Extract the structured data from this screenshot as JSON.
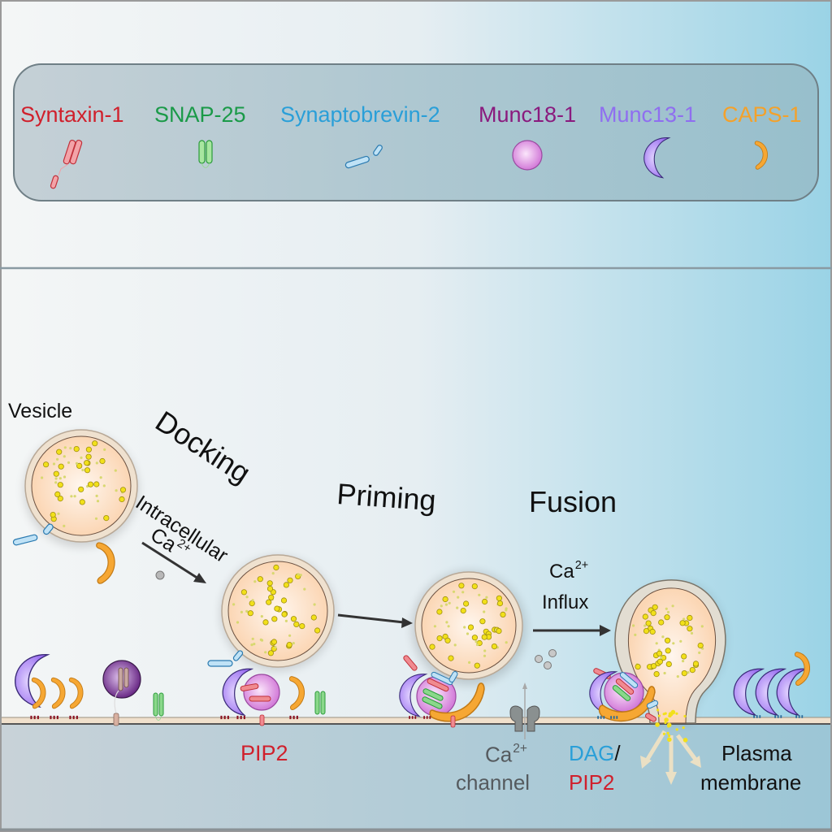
{
  "legend": {
    "items": [
      {
        "name": "Syntaxin-1",
        "color": "#d0202c",
        "icon": "syntaxin-icon"
      },
      {
        "name": "SNAP-25",
        "color": "#1a9a48",
        "icon": "snap25-icon"
      },
      {
        "name": "Synaptobrevin-2",
        "color": "#2a9fd8",
        "icon": "synaptobrevin-icon"
      },
      {
        "name": "Munc18-1",
        "color": "#8a1a7e",
        "icon": "munc18-icon"
      },
      {
        "name": "Munc13-1",
        "color": "#8f6ef0",
        "icon": "munc13-icon"
      },
      {
        "name": "CAPS-1",
        "color": "#f4a12a",
        "icon": "caps1-icon"
      }
    ]
  },
  "stages": {
    "docking": "Docking",
    "priming": "Priming",
    "fusion": "Fusion"
  },
  "labels": {
    "vesicle": "Vesicle",
    "intracellular_line1": "Intracellular",
    "intracellular_ca": "Ca",
    "ca_charge": "2+",
    "influx_ca": "Ca",
    "influx_word": "Influx",
    "pip2_docking": "PIP2",
    "channel_ca": "Ca",
    "channel_word": "channel",
    "dag": "DAG",
    "slash": "/",
    "pip2_fusion": "PIP2",
    "plasma": "Plasma",
    "membrane": "membrane"
  },
  "colors": {
    "syntaxin": "#d0202c",
    "snap25": "#1a9a48",
    "synaptobrevin": "#2a9fd8",
    "munc18": "#8a1a7e",
    "munc13": "#8f6ef0",
    "caps1": "#f4a12a",
    "dag": "#2a9fd8",
    "pip2": "#d0202c",
    "channel": "#555a5e"
  }
}
